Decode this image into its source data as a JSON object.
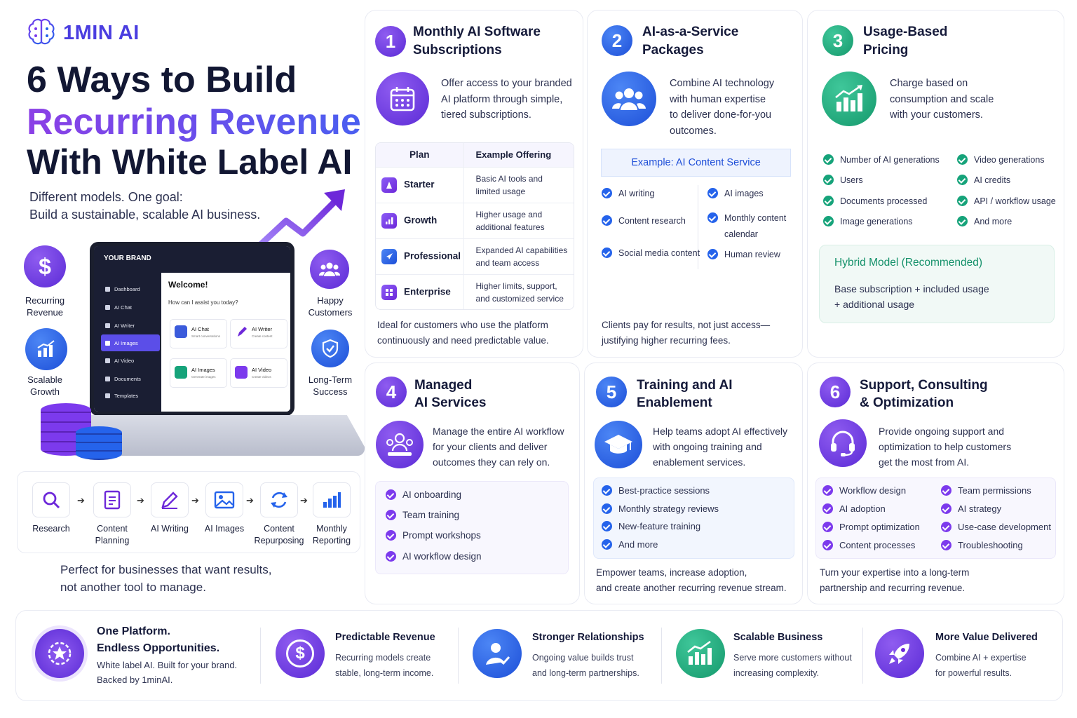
{
  "brand": {
    "name": "1MIN AI"
  },
  "hero": {
    "title_line1": "6 Ways to Build",
    "title_line2": "Recurring Revenue",
    "title_line3": "With White Label AI",
    "subtitle_line1": "Different models. One goal:",
    "subtitle_line2": "Build a sustainable, scalable AI business."
  },
  "side_badges": [
    {
      "label": "Recurring Revenue",
      "icon": "dollar-icon"
    },
    {
      "label": "Scalable Growth",
      "icon": "growth-chart-icon"
    },
    {
      "label": "Happy Customers",
      "icon": "people-icon"
    },
    {
      "label": "Long-Term Success",
      "icon": "shield-check-icon"
    }
  ],
  "laptop": {
    "brand": "YOUR BRAND",
    "menu": [
      "Dashboard",
      "AI Chat",
      "AI Writer",
      "AI Images",
      "AI Video",
      "Documents",
      "Templates"
    ],
    "active_menu": "AI Images",
    "welcome": "Welcome!",
    "prompt": "How can I assist you today?",
    "tiles": [
      {
        "title": "AI Chat",
        "sub": "Smart conversations"
      },
      {
        "title": "AI Writer",
        "sub": "Create content"
      },
      {
        "title": "AI Images",
        "sub": "Generate images"
      },
      {
        "title": "AI Video",
        "sub": "Create videos"
      }
    ]
  },
  "workflow": {
    "steps": [
      {
        "label": "Research",
        "icon": "search-icon"
      },
      {
        "label": "Content Planning",
        "icon": "document-icon"
      },
      {
        "label": "AI Writing",
        "icon": "pencil-icon"
      },
      {
        "label": "AI Images",
        "icon": "image-icon"
      },
      {
        "label": "Content Repurposing",
        "icon": "refresh-icon"
      },
      {
        "label": "Monthly Reporting",
        "icon": "bar-chart-icon"
      }
    ],
    "tagline_line1": "Perfect for businesses that want results,",
    "tagline_line2": "not another tool to manage."
  },
  "card1": {
    "number": "1",
    "title_line1": "Monthly AI Software",
    "title_line2": "Subscriptions",
    "desc_line1": "Offer access to your branded",
    "desc_line2": "AI platform through simple,",
    "desc_line3": "tiered subscriptions.",
    "table": {
      "headers": [
        "Plan",
        "Example Offering"
      ],
      "rows": [
        {
          "plan": "Starter",
          "offer_line1": "Basic AI tools and",
          "offer_line2": "limited usage"
        },
        {
          "plan": "Growth",
          "offer_line1": "Higher usage and",
          "offer_line2": "additional features"
        },
        {
          "plan": "Professional",
          "offer_line1": "Expanded AI capabilities",
          "offer_line2": "and team access"
        },
        {
          "plan": "Enterprise",
          "offer_line1": "Higher limits, support,",
          "offer_line2": "and customized service"
        }
      ]
    },
    "footer_line1": "Ideal for customers who use the platform",
    "footer_line2": "continuously and need predictable value."
  },
  "card2": {
    "number": "2",
    "title_line1": "AI-as-a-Service",
    "title_line2": "Packages",
    "desc_line1": "Combine AI technology",
    "desc_line2": "with human expertise",
    "desc_line3": "to deliver done-for-you",
    "desc_line4": "outcomes.",
    "example": "Example: AI Content Service",
    "items_left": [
      "AI writing",
      "Content research",
      "Social media content"
    ],
    "items_right": [
      "AI images",
      "Monthly content calendar",
      "Human review"
    ],
    "footer_line1": "Clients pay for results, not just access—",
    "footer_line2": "justifying higher recurring fees."
  },
  "card3": {
    "number": "3",
    "title_line1": "Usage-Based",
    "title_line2": "Pricing",
    "desc_line1": "Charge based on",
    "desc_line2": "consumption and scale",
    "desc_line3": "with your customers.",
    "items_left": [
      "Number of AI generations",
      "Users",
      "Documents processed",
      "Image generations"
    ],
    "items_right": [
      "Video generations",
      "AI credits",
      "API / workflow usage",
      "And more"
    ],
    "hybrid_title": "Hybrid Model (Recommended)",
    "hybrid_line1": "Base subscription + included usage",
    "hybrid_line2": "+ additional usage"
  },
  "card4": {
    "number": "4",
    "title_line1": "Managed",
    "title_line2": "AI Services",
    "desc_line1": "Manage the entire AI workflow",
    "desc_line2": "for your clients and deliver",
    "desc_line3": "outcomes they can rely on.",
    "items": [
      "AI onboarding",
      "Team training",
      "Prompt workshops",
      "AI workflow design"
    ]
  },
  "card5": {
    "number": "5",
    "title_line1": "Training and AI",
    "title_line2": "Enablement",
    "desc_line1": "Help teams adopt AI effectively",
    "desc_line2": "with ongoing training and",
    "desc_line3": "enablement services.",
    "items": [
      "Best-practice sessions",
      "Monthly strategy reviews",
      "New-feature training",
      "And more"
    ],
    "footer_line1": "Empower teams, increase adoption,",
    "footer_line2": "and create another recurring revenue stream."
  },
  "card6": {
    "number": "6",
    "title_line1": "Support, Consulting",
    "title_line2": "& Optimization",
    "desc_line1": "Provide ongoing support and",
    "desc_line2": "optimization to help customers",
    "desc_line3": "get the most from AI.",
    "items_left": [
      "Workflow design",
      "AI adoption",
      "Prompt optimization",
      "Content processes"
    ],
    "items_right": [
      "Team permissions",
      "AI strategy",
      "Use-case development",
      "Troubleshooting"
    ],
    "footer_line1": "Turn your expertise into a long-term",
    "footer_line2": "partnership and recurring revenue."
  },
  "benefits": [
    {
      "title_line1": "One Platform.",
      "title_line2": "Endless Opportunities.",
      "desc_line1": "White label AI. Built for your brand.",
      "desc_line2": "Backed by 1minAI.",
      "icon": "badge-star-icon"
    },
    {
      "title_line1": "Predictable Revenue",
      "desc_line1": "Recurring models create",
      "desc_line2": "stable, long-term income.",
      "icon": "dollar-icon"
    },
    {
      "title_line1": "Stronger Relationships",
      "desc_line1": "Ongoing value builds trust",
      "desc_line2": "and long-term partnerships.",
      "icon": "handshake-user-icon"
    },
    {
      "title_line1": "Scalable Business",
      "desc_line1": "Serve more customers without",
      "desc_line2": "increasing complexity.",
      "icon": "growth-chart-icon"
    },
    {
      "title_line1": "More Value Delivered",
      "desc_line1": "Combine AI + expertise",
      "desc_line2": "for powerful results.",
      "icon": "rocket-icon"
    }
  ],
  "colors": {
    "purple": "#6d28d9",
    "blue": "#2563eb",
    "green": "#16a37a",
    "navy": "#151a3a"
  }
}
